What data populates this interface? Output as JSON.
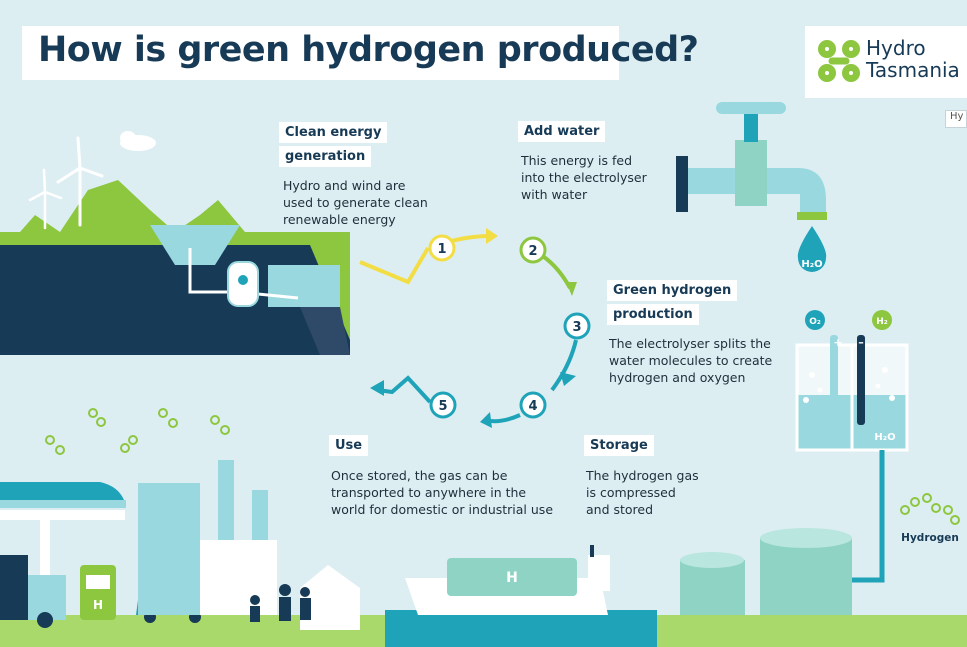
{
  "title": "How is green hydrogen produced?",
  "logo": {
    "line1": "Hydro",
    "line2": "Tasmania"
  },
  "tab_stub": "Hy",
  "steps": [
    {
      "number": "1",
      "heading_line1": "Clean energy",
      "heading_line2": "generation",
      "body_lines": [
        "Hydro and wind are",
        "used to generate clean",
        "renewable energy"
      ]
    },
    {
      "number": "2",
      "heading": "Add water",
      "body_lines": [
        "This energy is fed",
        "into the electrolyser",
        "with water"
      ]
    },
    {
      "number": "3",
      "heading_line1": "Green hydrogen",
      "heading_line2": "production",
      "body_lines": [
        "The electrolyser splits the",
        "water molecules to create",
        "hydrogen and oxygen"
      ]
    },
    {
      "number": "4",
      "heading": "Storage",
      "body_lines": [
        "The hydrogen gas",
        "is compressed",
        "and stored"
      ]
    },
    {
      "number": "5",
      "heading": "Use",
      "body_lines": [
        "Once stored, the gas can be",
        "transported to anywhere in the",
        "world for domestic or industrial use"
      ]
    }
  ],
  "labels": {
    "water_drop": "H₂O",
    "o2": "O₂",
    "h2": "H₂",
    "tank_water": "H₂O",
    "plus": "+",
    "minus": "–",
    "hydrogen": "Hydrogen",
    "ship_h": "H",
    "pump_h": "H"
  },
  "colors": {
    "navy": "#173a56",
    "teal": "#1fa3b8",
    "green": "#8dc63f",
    "yellow": "#f3dd45",
    "light_teal": "#9ad8e0",
    "background": "#ddeef3"
  }
}
